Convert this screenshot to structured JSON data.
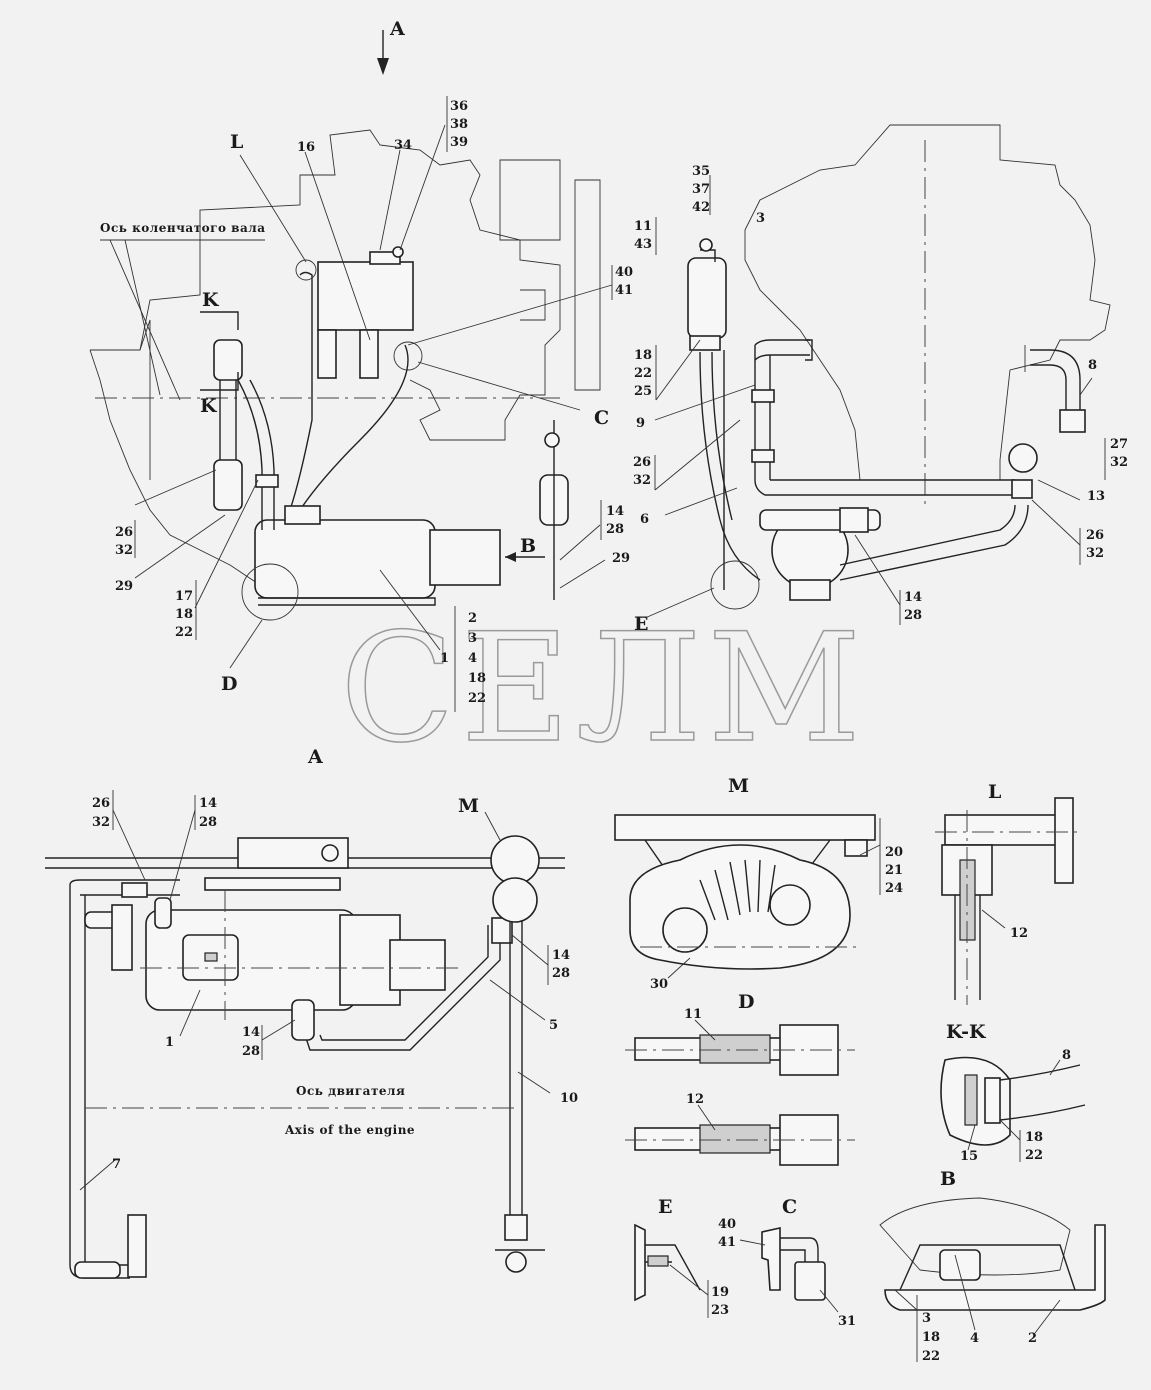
{
  "watermark": "СЕЛМ",
  "view_titles": {
    "A_arrow": "A",
    "A_view": "A",
    "M": "M",
    "L": "L",
    "D": "D",
    "KK": "K-K",
    "E": "E",
    "C": "C",
    "B": "B"
  },
  "captions": {
    "crank_axis": "Ось коленчатого вала",
    "engine_axis_ru": "Ось двигателя",
    "engine_axis_en": "Axis of the engine"
  },
  "section_letters": {
    "L": "L",
    "K1": "K",
    "K2": "K",
    "C": "C",
    "B": "B",
    "D": "D",
    "E": "E"
  },
  "callouts": {
    "p16": "16",
    "p34": "34",
    "g36_38_39": [
      "36",
      "38",
      "39"
    ],
    "g40_41": [
      "40",
      "41"
    ],
    "g26_32_left": [
      "26",
      "32"
    ],
    "p29_left": "29",
    "g17_18_22": [
      "17",
      "18",
      "22"
    ],
    "p1_top": "1",
    "g2_3_4_18_22": [
      "2",
      "3",
      "4",
      "18",
      "22"
    ],
    "g14_28_mid": [
      "14",
      "28"
    ],
    "p29_mid": "29",
    "g35_37_42": [
      "35",
      "37",
      "42"
    ],
    "g11_43": [
      "11",
      "43"
    ],
    "g18_22_25": [
      "18",
      "22",
      "25"
    ],
    "p3": "3",
    "p9": "9",
    "g26_32_right": [
      "26",
      "32"
    ],
    "p6": "6",
    "p8_top": "8",
    "g27_32": [
      "27",
      "32"
    ],
    "p13": "13",
    "g26_32_far": [
      "26",
      "32"
    ],
    "g14_28_right": [
      "14",
      "28"
    ],
    "g26_32_A": [
      "26",
      "32"
    ],
    "g14_28_A1": [
      "14",
      "28"
    ],
    "g14_28_A2": [
      "14",
      "28"
    ],
    "p1_A": "1",
    "g14_28_A3": [
      "14",
      "28"
    ],
    "p5": "5",
    "p10": "10",
    "p7": "7",
    "g20_21_24": [
      "20",
      "21",
      "24"
    ],
    "p30": "30",
    "p12_L": "12",
    "p11_D": "11",
    "p12_D": "12",
    "p8_KK": "8",
    "g18_22_KK": [
      "18",
      "22"
    ],
    "p15": "15",
    "g19_23": [
      "19",
      "23"
    ],
    "g40_41_C": [
      "40",
      "41"
    ],
    "p31": "31",
    "g3_18_22_B": [
      "3",
      "18",
      "22"
    ],
    "p4_B": "4",
    "p2_B": "2"
  }
}
